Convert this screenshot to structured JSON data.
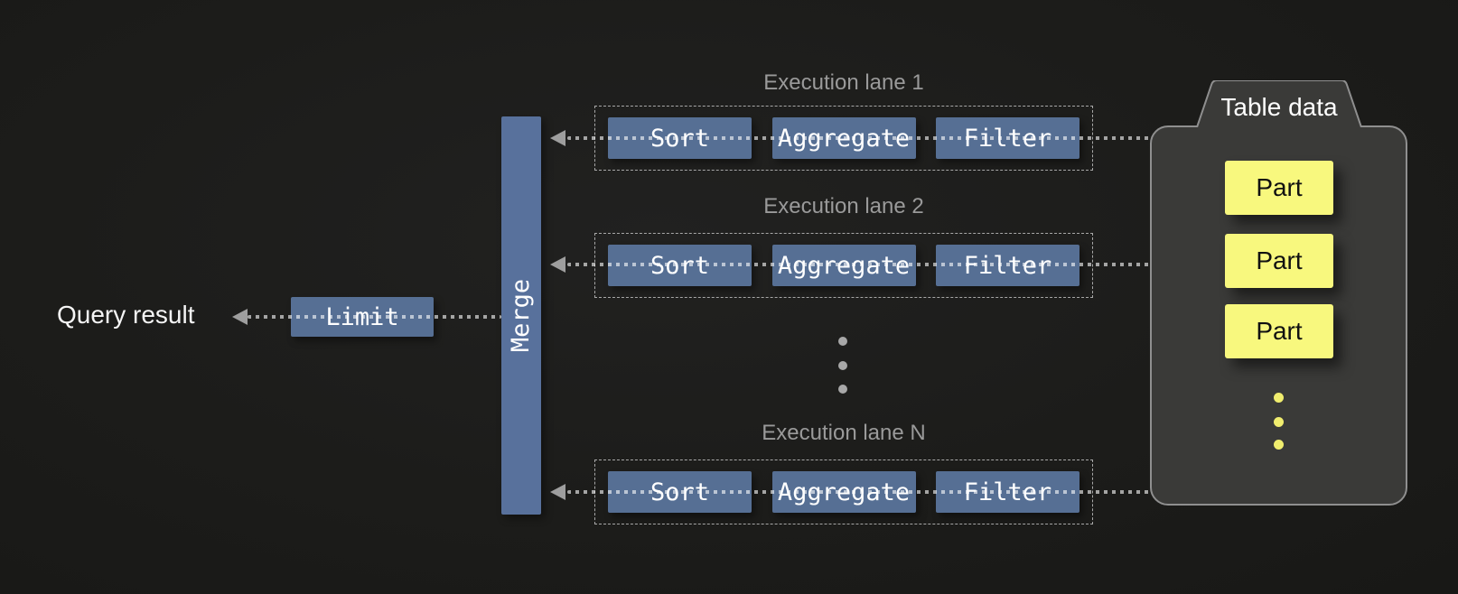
{
  "diagram": {
    "query_result": {
      "label": "Query result"
    },
    "limit": {
      "label": "Limit"
    },
    "merge": {
      "label": "Merge"
    },
    "lanes": [
      {
        "title": "Execution lane 1",
        "operators": [
          "Sort",
          "Aggregate",
          "Filter"
        ]
      },
      {
        "title": "Execution lane 2",
        "operators": [
          "Sort",
          "Aggregate",
          "Filter"
        ]
      },
      {
        "title": "Execution lane N",
        "operators": [
          "Sort",
          "Aggregate",
          "Filter"
        ]
      }
    ],
    "lane_ellipsis_dot_count": 3,
    "table_data": {
      "title": "Table data",
      "parts": [
        "Part",
        "Part",
        "Part"
      ],
      "ellipsis_dot_count": 3
    },
    "colors": {
      "background": "#1c1c1a",
      "operator_blue": "#566f94",
      "merge_blue": "#58719c",
      "part_yellow": "#f8f87e",
      "connector_gray": "#9e9e9e",
      "lane_title_gray": "#9a9a9a",
      "container_fill": "#3a3a38",
      "container_border": "#8f8f8f",
      "ellipsis_yellow": "#f0ed6e",
      "ellipsis_gray": "#a8a8a8"
    }
  }
}
